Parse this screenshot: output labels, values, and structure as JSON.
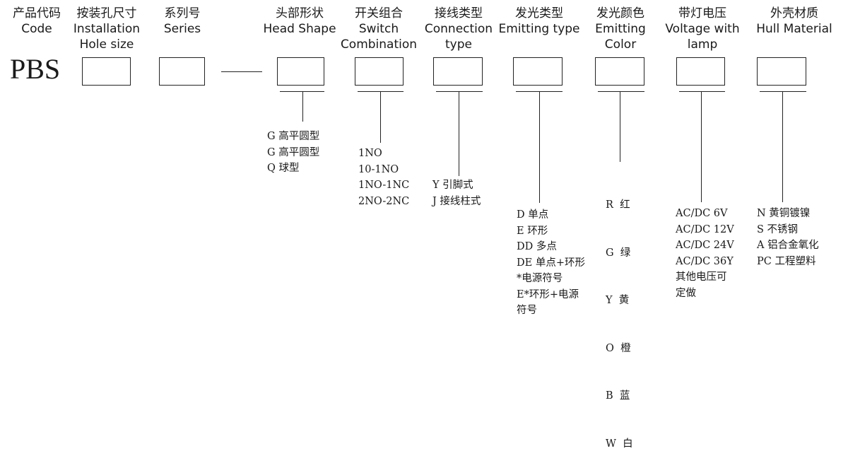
{
  "headers": {
    "code": [
      "产品代码",
      "Code"
    ],
    "hole": [
      "按装孔尺寸",
      "Installation",
      "Hole size"
    ],
    "series": [
      "系列号",
      "Series"
    ],
    "head": [
      "头部形状",
      "Head Shape"
    ],
    "switch": [
      "开关组合",
      "Switch",
      "Combination"
    ],
    "conn": [
      "接线类型",
      "Connection",
      "type"
    ],
    "emit": [
      "发光类型",
      "Emitting type"
    ],
    "color": [
      "发光颜色",
      "Emitting",
      "Color"
    ],
    "volt": [
      "带灯电压",
      "Voltage with",
      "lamp"
    ],
    "hull": [
      "外壳材质",
      "Hull Material"
    ]
  },
  "code_value": "PBS",
  "options": {
    "head": [
      "G 高平圆型",
      "G 高平圆型",
      "Q 球型"
    ],
    "switch": [
      "1NO",
      "10-1NO",
      "1NO-1NC",
      "2NO-2NC"
    ],
    "conn": [
      "Y 引脚式",
      "J 接线柱式"
    ],
    "emit": [
      "D 单点",
      "E 环形",
      "DD 多点",
      "DE 单点+环形",
      "*电源符号",
      "E*环形+电源",
      "符号"
    ],
    "color": [
      "R  红",
      "G  绿",
      "Y  黄",
      "O  橙",
      "B  蓝",
      "W  白"
    ],
    "volt": [
      "AC/DC 6V",
      "AC/DC 12V",
      "AC/DC 24V",
      "AC/DC 36Y",
      "其他电压可",
      "定做"
    ],
    "hull": [
      "N 黄铜镀镍",
      "S 不锈钢",
      "A 铝合金氧化",
      "PC 工程塑料"
    ]
  }
}
